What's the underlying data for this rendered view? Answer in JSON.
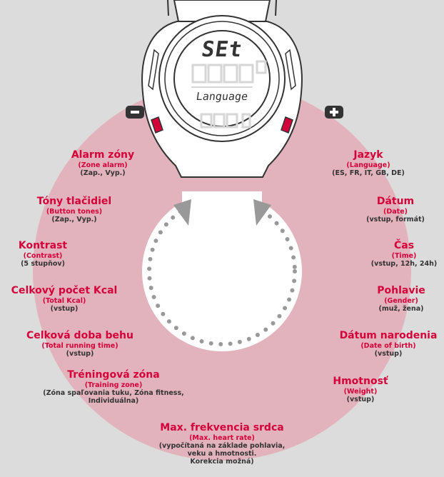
{
  "watch": {
    "line1": "SEt",
    "line2": "Language"
  },
  "buttons": {
    "minus_icon": "minus-icon",
    "plus_icon": "plus-icon"
  },
  "colors": {
    "background": "#dcdcdc",
    "ring": "#e2b2bd",
    "accent": "#d4003a",
    "text_dark": "#333333"
  },
  "left_items": [
    {
      "title": "Alarm zóny",
      "sub": "(Zone alarm)",
      "options": "(Zap., Vyp.)"
    },
    {
      "title": "Tóny tlačidiel",
      "sub": "(Button tones)",
      "options": "(Zap., Vyp.)"
    },
    {
      "title": "Kontrast",
      "sub": "(Contrast)",
      "options": "(5 stupňov)"
    },
    {
      "title": "Celkový počet Kcal",
      "sub": "(Total Kcal)",
      "options": "(vstup)"
    },
    {
      "title": "Celková doba behu",
      "sub": "(Total running time)",
      "options": "(vstup)"
    },
    {
      "title": "Tréningová zóna",
      "sub": "(Training zone)",
      "options": "(Zóna spaľovania tuku, Zóna fitness,",
      "options2": "Individuálna)"
    }
  ],
  "right_items": [
    {
      "title": "Jazyk",
      "sub": "(Language)",
      "options": "(ES, FR, IT, GB, DE)"
    },
    {
      "title": "Dátum",
      "sub": "(Date)",
      "options": "(vstup, formát)"
    },
    {
      "title": "Čas",
      "sub": "(Time)",
      "options": "(vstup, 12h, 24h)"
    },
    {
      "title": "Pohlavie",
      "sub": "(Gender)",
      "options": "(muž, žena)"
    },
    {
      "title": "Dátum narodenia",
      "sub": "(Date of birth)",
      "options": "(vstup)"
    },
    {
      "title": "Hmotnosť",
      "sub": "(Weight)",
      "options": "(vstup)"
    }
  ],
  "bottom_item": {
    "title": "Max. frekvencia srdca",
    "sub": "(Max. heart rate)",
    "options": "(vypočítaná na základe pohlavia,",
    "options2": "veku a hmotnosti.",
    "options3": "Korekcia možná)"
  }
}
